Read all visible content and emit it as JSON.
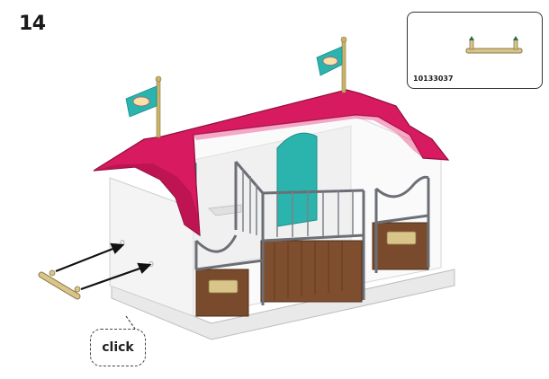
{
  "step": {
    "number": "14"
  },
  "parts_box": {
    "part_number": "10133037",
    "icon": "handle-bar-icon"
  },
  "callout": {
    "label": "click"
  },
  "colors": {
    "roof": "#d81b60",
    "walls": "#f2f2f2",
    "door": "#2bb3ad",
    "stall_wood": "#7a4a2c",
    "bars": "#6b6f75",
    "flag": "#2bb3ad",
    "pole": "#c9b26a"
  }
}
